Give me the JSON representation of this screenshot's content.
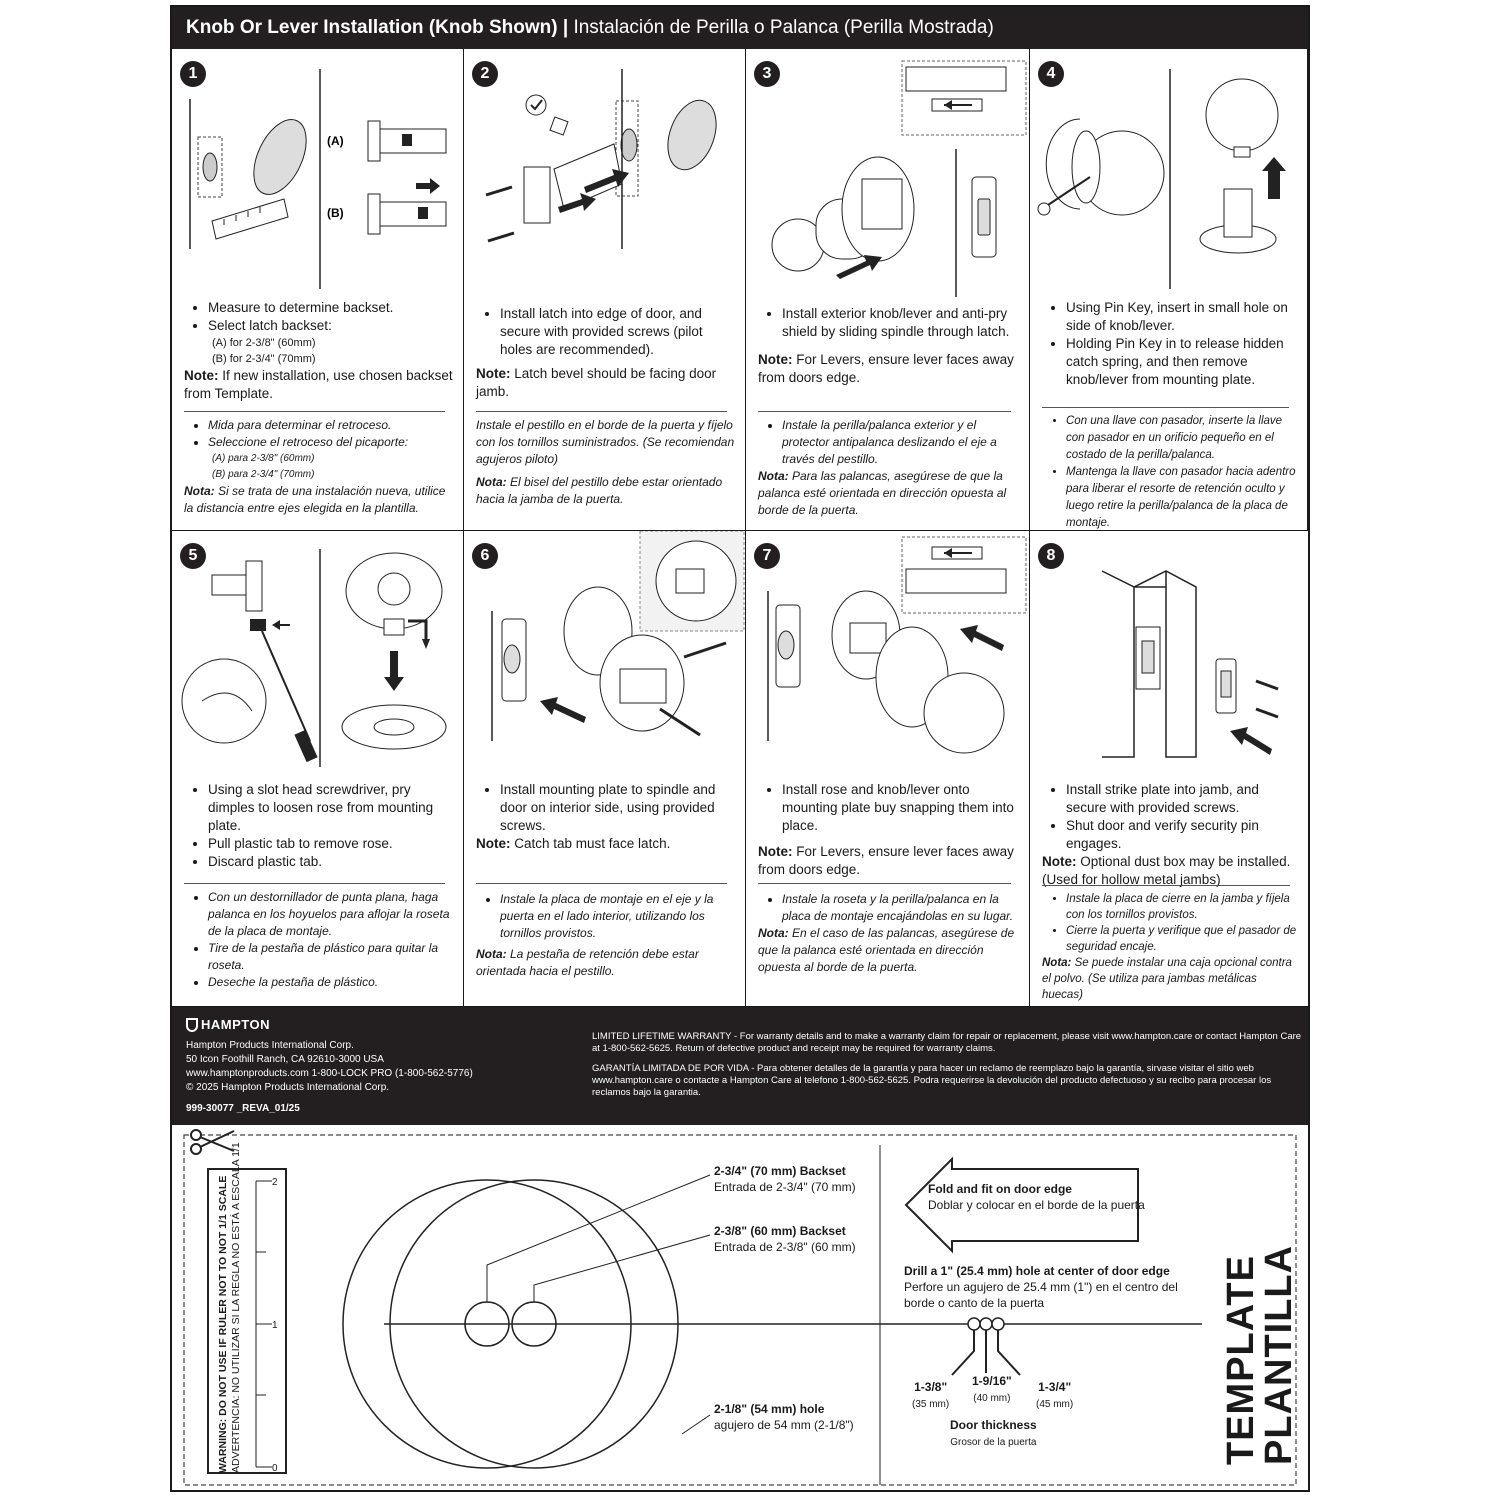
{
  "header": {
    "title_en": "Knob Or Lever Installation (Knob Shown)",
    "separator": "|",
    "title_es": "Instalación de Perilla o Palanca (Perilla Mostrada)"
  },
  "steps": [
    {
      "number": "1",
      "labels": {
        "a": "(A)",
        "b": "(B)"
      },
      "en": [
        "Measure to determine backset.",
        "Select latch backset:"
      ],
      "en_sub": [
        "(A) for 2-3/8\" (60mm)",
        "(B) for 2-3/4\" (70mm)"
      ],
      "en_note_label": "Note:",
      "en_note": " If new installation, use chosen backset from Template.",
      "es": [
        "Mida para determinar el retroceso.",
        "Seleccione el retroceso del picaporte:"
      ],
      "es_sub": [
        "(A) para 2-3/8\" (60mm)",
        "(B) para 2-3/4\" (70mm)"
      ],
      "es_note_label": "Nota:",
      "es_note": " Si se trata de una instalación nueva, utilice la distancia entre ejes elegida en la plantilla."
    },
    {
      "number": "2",
      "en": [
        "Install latch into edge of door, and secure with provided screws (pilot holes are recommended)."
      ],
      "en_note_label": "Note:",
      "en_note": " Latch bevel should be facing door jamb.",
      "es_plain": "Instale el pestillo en el borde de la puerta y fíjelo con los tornillos suministrados. (Se recomiendan agujeros piloto)",
      "es_note_label": "Nota:",
      "es_note": " El bisel del pestillo debe estar orientado hacia la jamba de la puerta."
    },
    {
      "number": "3",
      "en": [
        "Install exterior knob/lever and anti-pry shield by sliding spindle through latch."
      ],
      "en_note_label": "Note:",
      "en_note": " For Levers, ensure lever faces away from doors edge.",
      "es": [
        "Instale la perilla/palanca exterior y el protector antipalanca deslizando el eje a través del pestillo."
      ],
      "es_note_label": "Nota:",
      "es_note": " Para las palancas, asegúrese de que la palanca esté orientada en dirección opuesta al borde de la puerta."
    },
    {
      "number": "4",
      "en": [
        "Using Pin Key, insert in small hole on side of knob/lever.",
        "Holding Pin Key in to release hidden catch spring, and then remove knob/lever from mounting plate."
      ],
      "es": [
        "Con una llave con pasador, inserte la llave con pasador en un orificio pequeño en el costado de la perilla/palanca.",
        "Mantenga la llave con pasador hacia adentro para liberar el resorte de retención oculto y luego retire la perilla/palanca de la placa de montaje."
      ]
    },
    {
      "number": "5",
      "en": [
        "Using a slot head screwdriver, pry dimples to loosen rose from mounting plate.",
        "Pull plastic tab to remove rose.",
        "Discard plastic tab."
      ],
      "es": [
        "Con un destornillador de punta plana, haga palanca en los hoyuelos para aflojar la roseta de la placa de montaje.",
        "Tire de la pestaña de plástico para quitar la roseta.",
        "Deseche la pestaña de plástico."
      ]
    },
    {
      "number": "6",
      "en": [
        "Install mounting plate to spindle and door on interior side, using provided screws."
      ],
      "en_note_label": "Note:",
      "en_note": " Catch tab must face latch.",
      "es": [
        "Instale la placa de montaje en el eje y la puerta en el lado interior, utilizando los tornillos provistos."
      ],
      "es_note_label": "Nota:",
      "es_note": " La pestaña de retención debe estar orientada hacia el pestillo."
    },
    {
      "number": "7",
      "en": [
        "Install rose and knob/lever onto mounting plate buy snapping them into place."
      ],
      "en_note_label": "Note:",
      "en_note": " For Levers, ensure lever faces away from doors edge.",
      "es": [
        "Instale la roseta y la perilla/palanca en la placa de montaje encajándolas en su lugar."
      ],
      "es_note_label": "Nota:",
      "es_note": " En el caso de las palancas, asegúrese de que la palanca esté orientada en dirección opuesta al borde de la puerta."
    },
    {
      "number": "8",
      "en": [
        "Install strike plate into jamb, and secure with provided screws.",
        "Shut door and verify security pin engages."
      ],
      "en_note_label": "Note:",
      "en_note": " Optional dust box may be installed. (Used for hollow metal jambs)",
      "es": [
        "Instale la placa de cierre en la jamba y fíjela con los tornillos provistos.",
        "Cierre la puerta y verifique que el pasador de seguridad encaje."
      ],
      "es_note_label": "Nota:",
      "es_note": " Se puede instalar una caja opcional contra el polvo. (Se utiliza para jambas metálicas huecas)"
    }
  ],
  "footer": {
    "brand": "HAMPTON",
    "address_lines": [
      "Hampton Products International Corp.",
      "50 Icon Foothill Ranch, CA 92610-3000 USA",
      "www.hamptonproducts.com 1-800-LOCK PRO (1-800-562-5776)",
      "© 2025 Hampton Products International Corp."
    ],
    "part_number": "999-30077 _REVA_01/25",
    "warranty_en": "LIMITED LIFETIME WARRANTY - For warranty details and to make a warranty claim for repair or replacement, please visit www.hampton.care or contact Hampton Care at 1-800-562-5625. Return of defective product and receipt may be required for warranty claims.",
    "warranty_es": "GARANTÍA LIMITADA DE POR VIDA - Para obtener detalles de la garantía y para hacer un reclamo de reemplazo bajo la garantía, sirvase visitar el sitio web www.hampton.care o contacte a Hampton Care al telefono 1-800-562-5625. Podra requerirse la devolución del producto defectuoso y su recibo para procesar los reclamos bajo la garantia."
  },
  "template": {
    "backset_70_en": "2-3/4\" (70 mm) Backset",
    "backset_70_es": "Entrada de 2-3/4\" (70 mm)",
    "backset_60_en": "2-3/8\" (60 mm) Backset",
    "backset_60_es": "Entrada de 2-3/8\" (60 mm)",
    "hole_en": "2-1/8\" (54 mm) hole",
    "hole_es": "agujero de 54 mm (2-1/8\")",
    "fold_en": "Fold and fit on door edge",
    "fold_es": "Doblar y colocar en el borde de la puerta",
    "drill_en": "Drill a 1\" (25.4 mm) hole at center of door edge",
    "drill_es": "Perfore un agujero de 25.4 mm (1\") en el centro del borde o canto de la puerta",
    "thickness": [
      {
        "inch": "1-3/8\"",
        "mm": "(35 mm)"
      },
      {
        "inch": "1-9/16\"",
        "mm": "(40 mm)"
      },
      {
        "inch": "1-3/4\"",
        "mm": "(45 mm)"
      }
    ],
    "door_thickness_en": "Door thickness",
    "door_thickness_es": "Grosor de la puerta",
    "title_en": "TEMPLATE",
    "title_es": "PLANTILLA",
    "ruler_warning_en": "WARNING: DO NOT USE IF RULER NOT TO NOT 1/1 SCALE",
    "ruler_warning_es": "ADVERTENCIA: NO UTILIZAR SI LA REGLA NO ESTÁ A ESCALA 1/1",
    "ruler_ticks": [
      "0",
      "1",
      "2"
    ]
  }
}
